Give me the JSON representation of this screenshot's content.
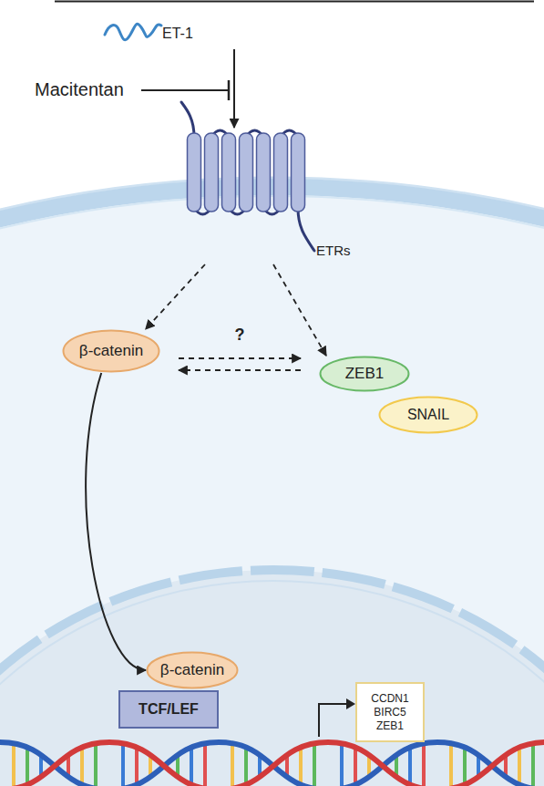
{
  "diagram": {
    "nodes": [
      {
        "text": [
          "ET-1"
        ]
      },
      {
        "text": [
          "ETRs"
        ]
      },
      {
        "text": [
          "β-catenin"
        ]
      },
      {
        "text": [
          "ZEB1"
        ]
      },
      {
        "text": [
          "SNAIL"
        ]
      },
      {
        "text": [
          "β-catenin"
        ]
      },
      {
        "text": [
          "TCF/LEF"
        ]
      },
      {
        "text": [
          "CCDN1 BIRC5 ZEB1"
        ]
      }
    ],
    "edges": [
      {
        "from": 0,
        "to": 1,
        "arrow": "to"
      },
      {
        "from": 1,
        "to": 2,
        "arrow": "to"
      },
      {
        "from": 1,
        "to": 3,
        "arrow": "to"
      },
      {
        "from": 2,
        "to": 3,
        "label": "?",
        "arrow": "to"
      },
      {
        "from": 3,
        "to": 2,
        "arrow": "to"
      },
      {
        "from": 2,
        "to": 5,
        "arrow": "to"
      }
    ],
    "labels": [
      "Macitentan"
    ]
  }
}
